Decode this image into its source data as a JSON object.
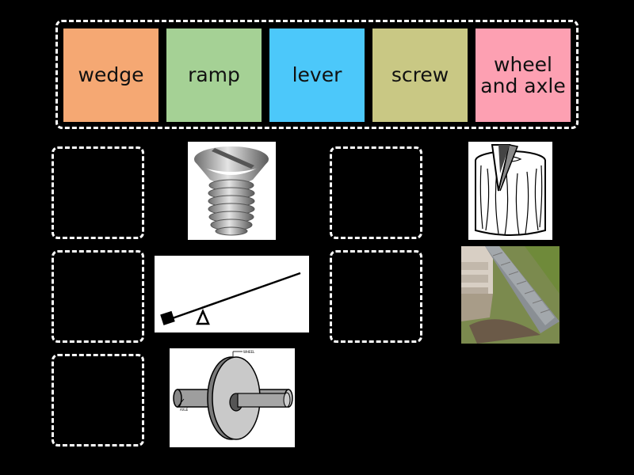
{
  "tray": {
    "tiles": [
      {
        "label": "wedge",
        "color": "#f5a873"
      },
      {
        "label": "ramp",
        "color": "#a5d195"
      },
      {
        "label": "lever",
        "color": "#4cc8fa"
      },
      {
        "label": "screw",
        "color": "#c9c884"
      },
      {
        "label": "wheel and axle",
        "color": "#fda0b2"
      }
    ]
  },
  "images": {
    "wheel_label": "WHEEL",
    "axle_label": "AXLE"
  },
  "colors": {
    "background": "#000000",
    "dashed_border": "#ffffff"
  }
}
